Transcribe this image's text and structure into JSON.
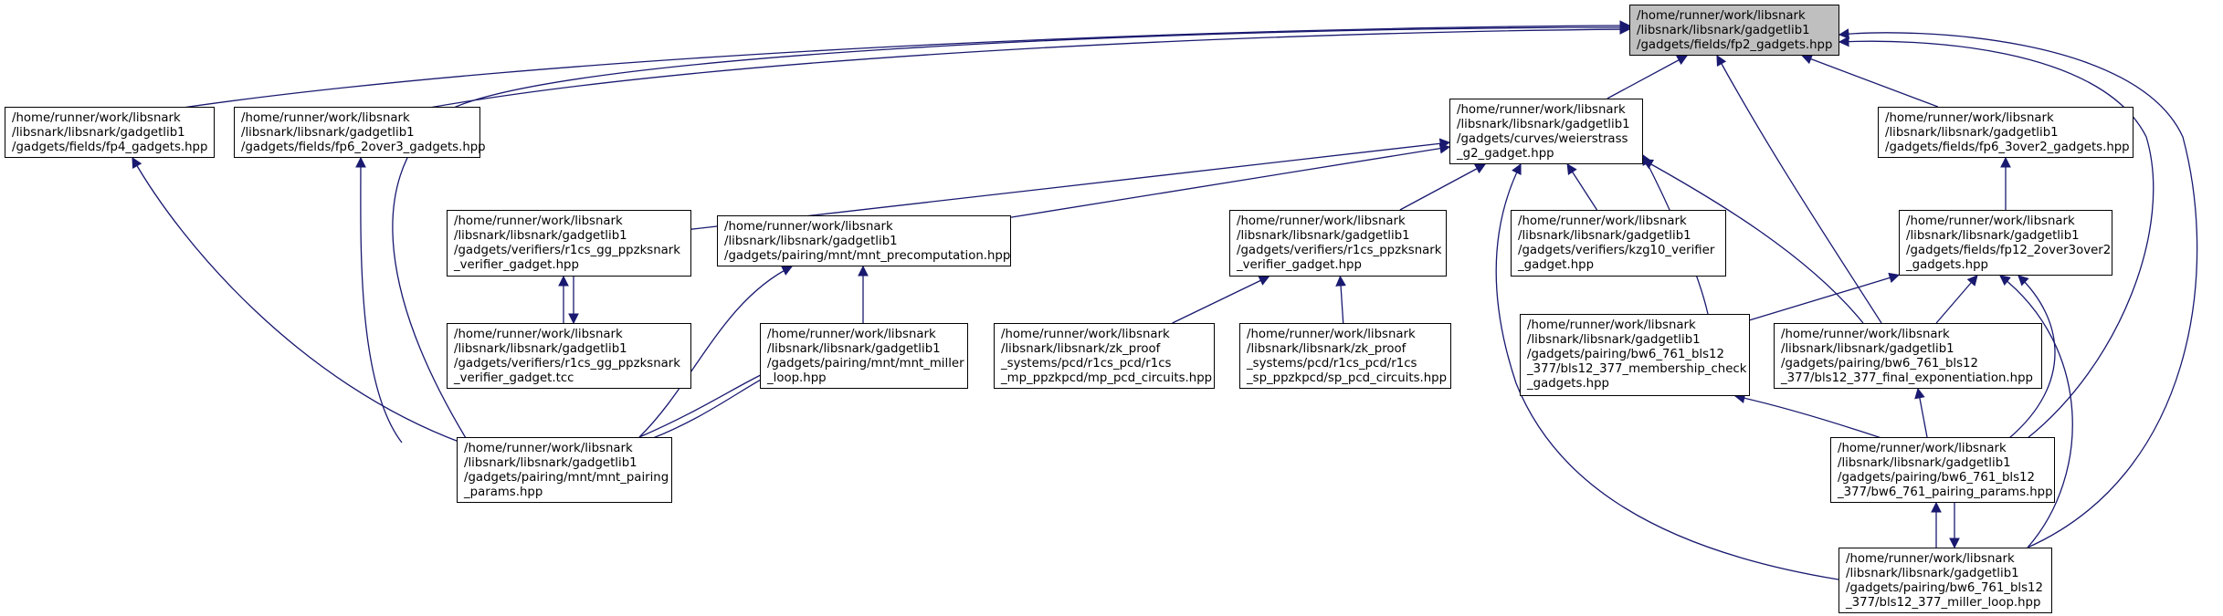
{
  "diagram": {
    "nodes": [
      {
        "id": "n_fp2",
        "lines": [
          "/home/runner/work/libsnark",
          "/libsnark/libsnark/gadgetlib1",
          "/gadgets/fields/fp2_gadgets.hpp"
        ],
        "root": true
      },
      {
        "id": "n_fp4",
        "lines": [
          "/home/runner/work/libsnark",
          "/libsnark/libsnark/gadgetlib1",
          "/gadgets/fields/fp4_gadgets.hpp"
        ]
      },
      {
        "id": "n_fp6_2o3",
        "lines": [
          "/home/runner/work/libsnark",
          "/libsnark/libsnark/gadgetlib1",
          "/gadgets/fields/fp6_2over3_gadgets.hpp"
        ]
      },
      {
        "id": "n_weier",
        "lines": [
          "/home/runner/work/libsnark",
          "/libsnark/libsnark/gadgetlib1",
          "/gadgets/curves/weierstrass",
          "_g2_gadget.hpp"
        ]
      },
      {
        "id": "n_fp6_3o2",
        "lines": [
          "/home/runner/work/libsnark",
          "/libsnark/libsnark/gadgetlib1",
          "/gadgets/fields/fp6_3over2_gadgets.hpp"
        ]
      },
      {
        "id": "n_ggv",
        "lines": [
          "/home/runner/work/libsnark",
          "/libsnark/libsnark/gadgetlib1",
          "/gadgets/verifiers/r1cs_gg_ppzksnark",
          "_verifier_gadget.hpp"
        ]
      },
      {
        "id": "n_mntpre",
        "lines": [
          "/home/runner/work/libsnark",
          "/libsnark/libsnark/gadgetlib1",
          "/gadgets/pairing/mnt/mnt_precomputation.hpp"
        ]
      },
      {
        "id": "n_ppzv",
        "lines": [
          "/home/runner/work/libsnark",
          "/libsnark/libsnark/gadgetlib1",
          "/gadgets/verifiers/r1cs_ppzksnark",
          "_verifier_gadget.hpp"
        ]
      },
      {
        "id": "n_kzg",
        "lines": [
          "/home/runner/work/libsnark",
          "/libsnark/libsnark/gadgetlib1",
          "/gadgets/verifiers/kzg10_verifier",
          "_gadget.hpp"
        ]
      },
      {
        "id": "n_fp12",
        "lines": [
          "/home/runner/work/libsnark",
          "/libsnark/libsnark/gadgetlib1",
          "/gadgets/fields/fp12_2over3over2",
          "_gadgets.hpp"
        ]
      },
      {
        "id": "n_ggtcc",
        "lines": [
          "/home/runner/work/libsnark",
          "/libsnark/libsnark/gadgetlib1",
          "/gadgets/verifiers/r1cs_gg_ppzksnark",
          "_verifier_gadget.tcc"
        ]
      },
      {
        "id": "n_mntml",
        "lines": [
          "/home/runner/work/libsnark",
          "/libsnark/libsnark/gadgetlib1",
          "/gadgets/pairing/mnt/mnt_miller",
          "_loop.hpp"
        ]
      },
      {
        "id": "n_mpcirc",
        "lines": [
          "/home/runner/work/libsnark",
          "/libsnark/libsnark/zk_proof",
          "_systems/pcd/r1cs_pcd/r1cs",
          "_mp_ppzkpcd/mp_pcd_circuits.hpp"
        ]
      },
      {
        "id": "n_spcirc",
        "lines": [
          "/home/runner/work/libsnark",
          "/libsnark/libsnark/zk_proof",
          "_systems/pcd/r1cs_pcd/r1cs",
          "_sp_ppzkpcd/sp_pcd_circuits.hpp"
        ]
      },
      {
        "id": "n_memb",
        "lines": [
          "/home/runner/work/libsnark",
          "/libsnark/libsnark/gadgetlib1",
          "/gadgets/pairing/bw6_761_bls12",
          "_377/bls12_377_membership_check",
          "_gadgets.hpp"
        ]
      },
      {
        "id": "n_fexp",
        "lines": [
          "/home/runner/work/libsnark",
          "/libsnark/libsnark/gadgetlib1",
          "/gadgets/pairing/bw6_761_bls12",
          "_377/bls12_377_final_exponentiation.hpp"
        ]
      },
      {
        "id": "n_mntpp",
        "lines": [
          "/home/runner/work/libsnark",
          "/libsnark/libsnark/gadgetlib1",
          "/gadgets/pairing/mnt/mnt_pairing",
          "_params.hpp"
        ]
      },
      {
        "id": "n_bwpp",
        "lines": [
          "/home/runner/work/libsnark",
          "/libsnark/libsnark/gadgetlib1",
          "/gadgets/pairing/bw6_761_bls12",
          "_377/bw6_761_pairing_params.hpp"
        ]
      },
      {
        "id": "n_bwml",
        "lines": [
          "/home/runner/work/libsnark",
          "/libsnark/libsnark/gadgetlib1",
          "/gadgets/pairing/bw6_761_bls12",
          "_377/bls12_377_miller_loop.hpp"
        ]
      }
    ],
    "edges": [
      {
        "from": "n_fp4",
        "to": "n_fp2"
      },
      {
        "from": "n_fp6_2o3",
        "to": "n_fp2"
      },
      {
        "from": "n_mntpp",
        "to": "n_fp2"
      },
      {
        "from": "n_weier",
        "to": "n_fp2"
      },
      {
        "from": "n_fexp",
        "to": "n_fp2"
      },
      {
        "from": "n_fp6_3o2",
        "to": "n_fp2"
      },
      {
        "from": "n_bwpp",
        "to": "n_fp2"
      },
      {
        "from": "n_bwml",
        "to": "n_fp2"
      },
      {
        "from": "n_mntpp",
        "to": "n_fp4"
      },
      {
        "from": "n_mntpp",
        "to": "n_fp6_2o3"
      },
      {
        "from": "n_ggv",
        "to": "n_weier"
      },
      {
        "from": "n_mntpre",
        "to": "n_weier"
      },
      {
        "from": "n_ppzv",
        "to": "n_weier"
      },
      {
        "from": "n_kzg",
        "to": "n_weier"
      },
      {
        "from": "n_memb",
        "to": "n_weier"
      },
      {
        "from": "n_fexp",
        "to": "n_weier"
      },
      {
        "from": "n_bwml",
        "to": "n_weier"
      },
      {
        "from": "n_fp12",
        "to": "n_fp6_3o2"
      },
      {
        "from": "n_ggtcc",
        "to": "n_ggv"
      },
      {
        "from": "n_ggv",
        "to": "n_ggtcc"
      },
      {
        "from": "n_mntpp",
        "to": "n_mntpre"
      },
      {
        "from": "n_mntml",
        "to": "n_mntpre"
      },
      {
        "from": "n_mntpp",
        "to": "n_mntml"
      },
      {
        "from": "n_mpcirc",
        "to": "n_ppzv"
      },
      {
        "from": "n_spcirc",
        "to": "n_ppzv"
      },
      {
        "from": "n_memb",
        "to": "n_fp12"
      },
      {
        "from": "n_fexp",
        "to": "n_fp12"
      },
      {
        "from": "n_bwpp",
        "to": "n_fp12"
      },
      {
        "from": "n_bwml",
        "to": "n_fp12"
      },
      {
        "from": "n_bwpp",
        "to": "n_memb"
      },
      {
        "from": "n_bwpp",
        "to": "n_fexp"
      },
      {
        "from": "n_bwml",
        "to": "n_bwpp"
      },
      {
        "from": "n_bwpp",
        "to": "n_bwml"
      }
    ],
    "colors": {
      "edge": "#191970",
      "border": "#000000",
      "root_fill": "#bfbfbf",
      "node_fill": "#ffffff"
    }
  }
}
